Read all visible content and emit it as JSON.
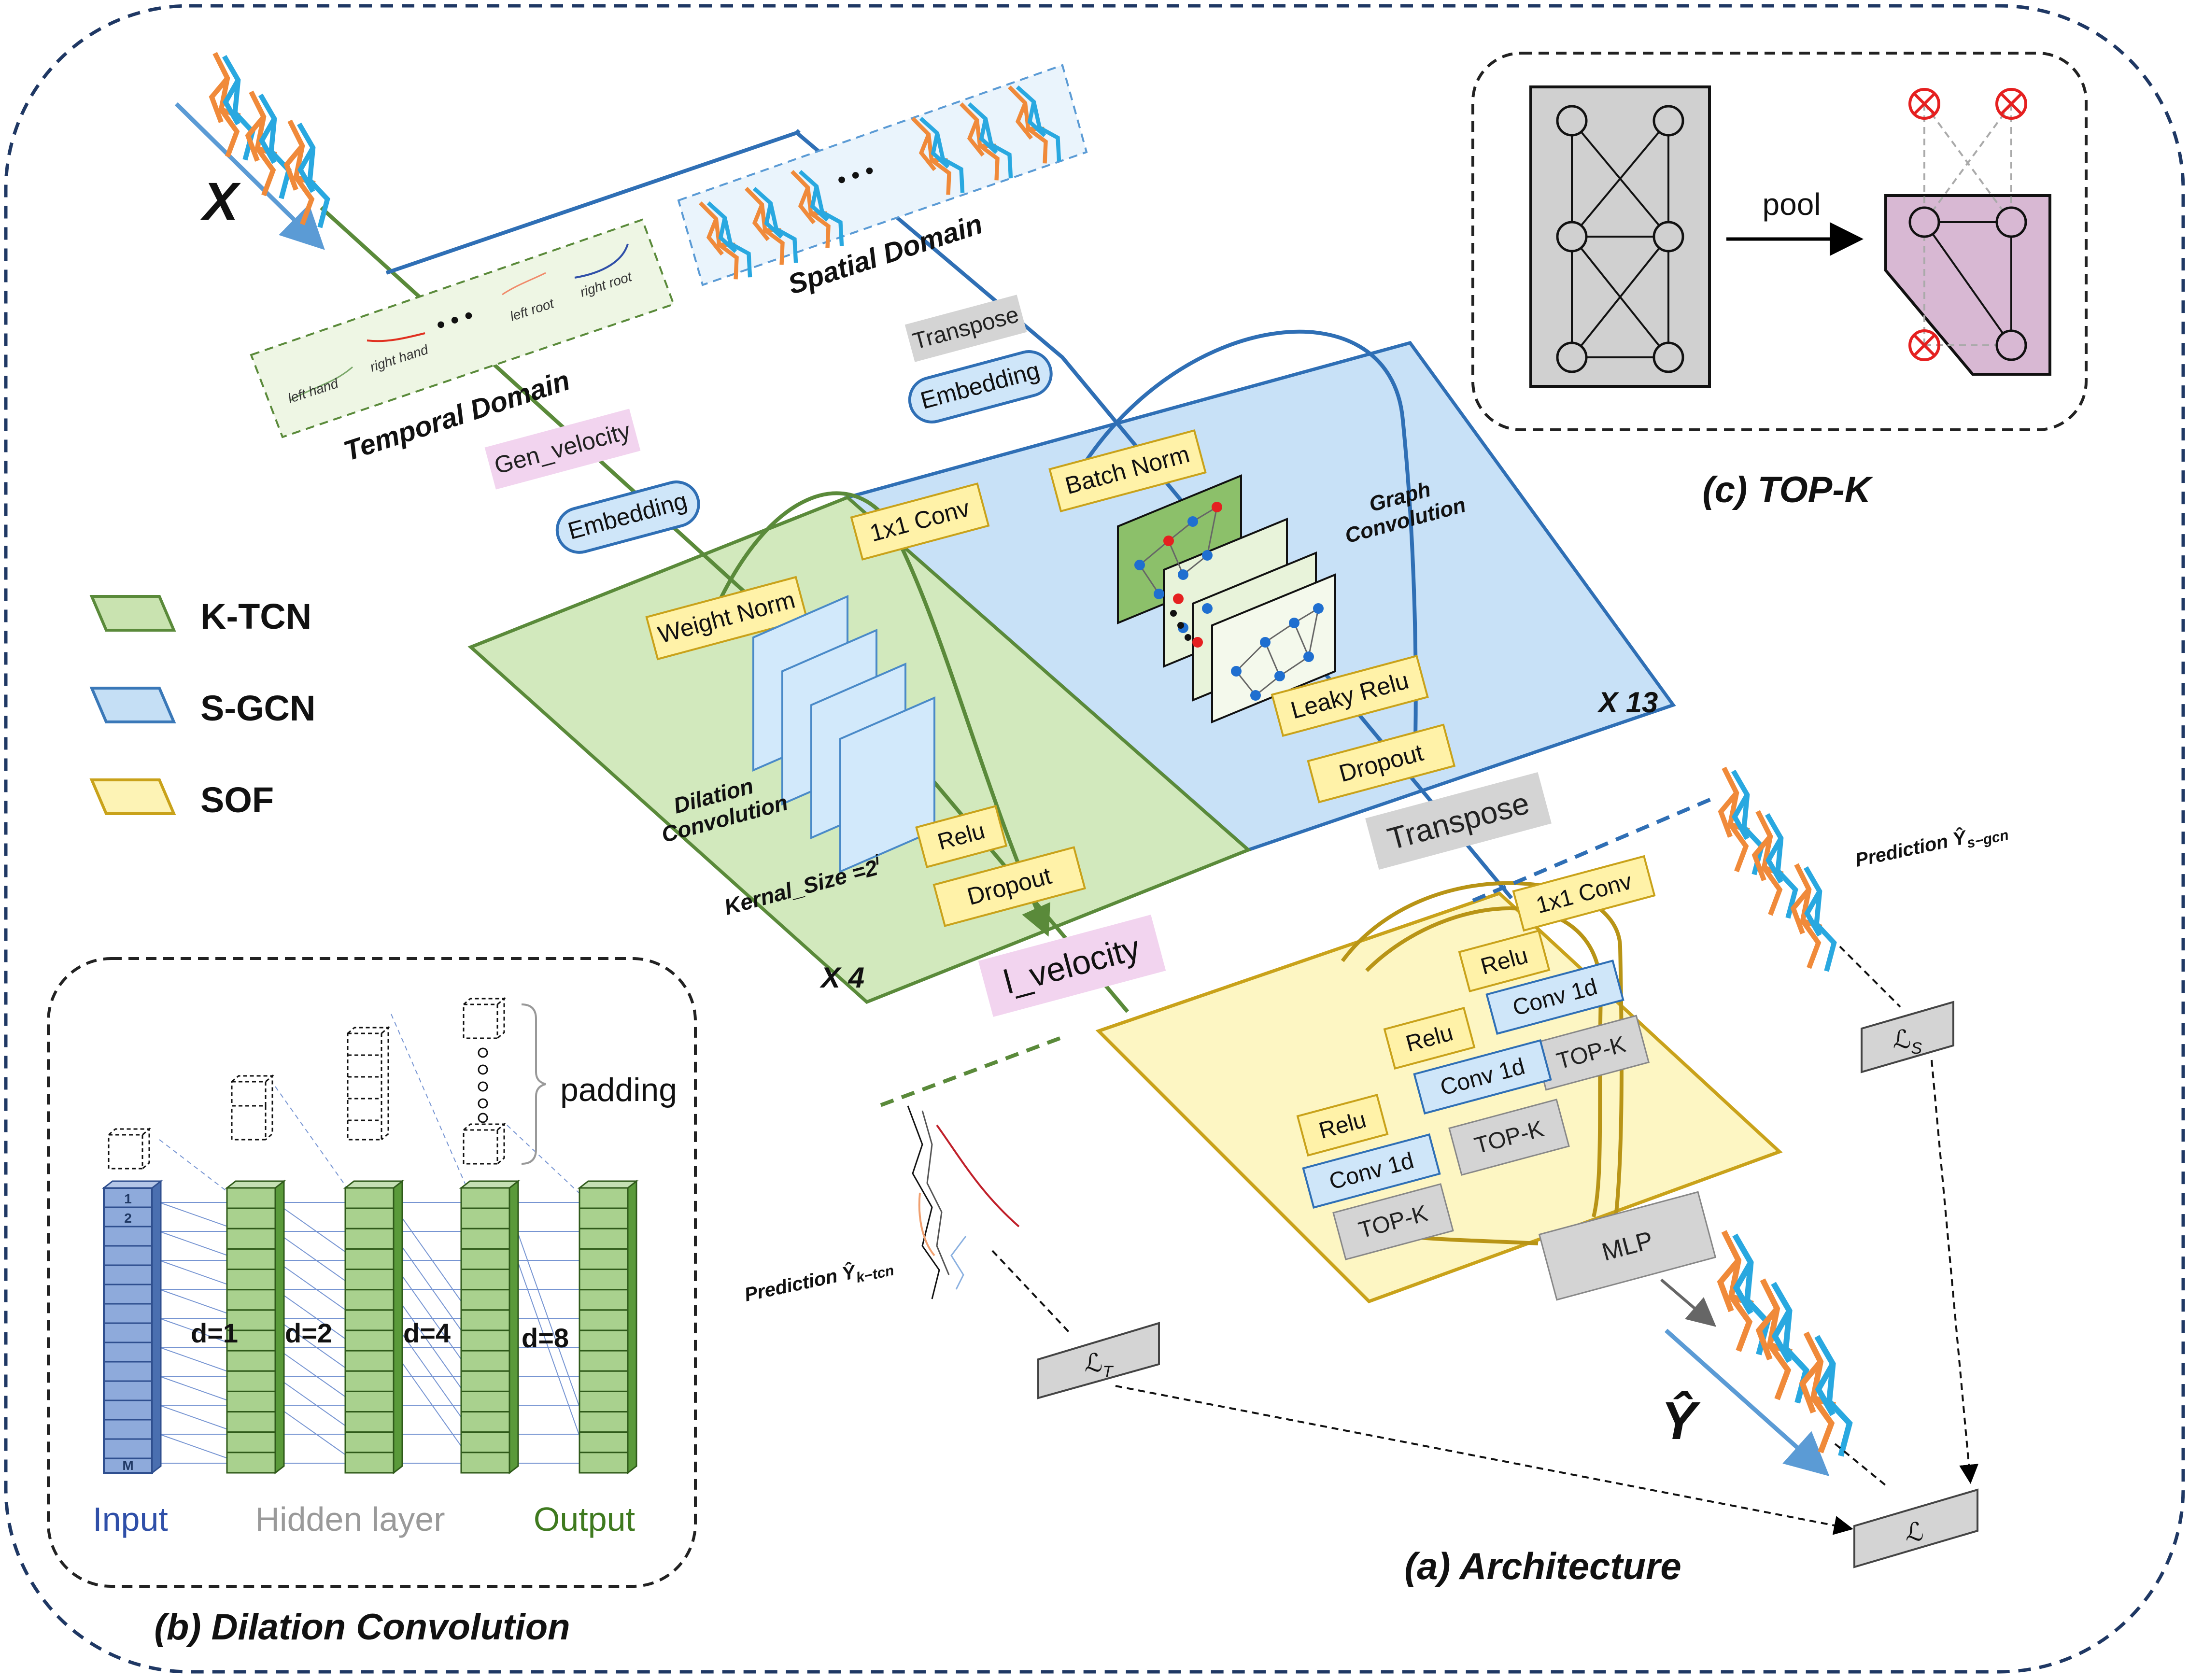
{
  "labels": {
    "input_x": "X",
    "output_y": "Ŷ",
    "temporal_domain": "Temporal Domain",
    "spatial_domain": "Spatial Domain",
    "left_hand": "left hand",
    "right_hand": "right hand",
    "left_root": "left root",
    "right_root": "right root",
    "ellipsis": "• • •",
    "transpose_top": "Transpose",
    "embedding_s": "Embedding",
    "embedding_t": "Embedding",
    "gen_velocity": "Gen_velocity",
    "batch_norm": "Batch Norm",
    "conv1x1_top": "1x1 Conv",
    "weight_norm": "Weight Norm",
    "graph_conv_1": "Graph",
    "graph_conv_2": "Convolution",
    "dilation_conv_1": "Dilation",
    "dilation_conv_2": "Convolution",
    "kernel_size": "Kernal_Size =2",
    "kernel_sup": "i",
    "relu_t": "Relu",
    "dropout_t": "Dropout",
    "leaky_relu": "Leaky Relu",
    "dropout_s": "Dropout",
    "x13": "X 13",
    "x4": "X 4",
    "transpose_mid": "Transpose",
    "l_velocity": "l_velocity",
    "conv1x1_sof": "1x1 Conv",
    "relu_1": "Relu",
    "conv1d_1": "Conv 1d",
    "relu_2": "Relu",
    "topk_1": "TOP-K",
    "conv1d_2": "Conv 1d",
    "relu_3": "Relu",
    "topk_2": "TOP-K",
    "conv1d_3": "Conv 1d",
    "topk_3": "TOP-K",
    "mlp": "MLP",
    "pred_sgcn": "Prediction Ŷ",
    "pred_sgcn_sub": "s−gcn",
    "pred_ktcn": "Prediction Ŷ",
    "pred_ktcn_sub": "k−tcn",
    "loss_s": "ℒ",
    "loss_s_sub": "S",
    "loss_t": "ℒ",
    "loss_t_sub": "T",
    "loss": "ℒ",
    "caption_a": "(a) Architecture",
    "caption_b": "(b) Dilation Convolution",
    "caption_c": "(c) TOP-K"
  },
  "legend": [
    {
      "label": "K-TCN",
      "fill": "#c9e3b0",
      "stroke": "#5a8a3a"
    },
    {
      "label": "S-GCN",
      "fill": "#c5dff5",
      "stroke": "#3a78b8"
    },
    {
      "label": "SOF",
      "fill": "#fdf3b5",
      "stroke": "#c9a21a"
    }
  ],
  "topk_panel": {
    "pool_label": "pool"
  },
  "dilation_panel": {
    "padding_label": "padding",
    "input_label": "Input",
    "hidden_label": "Hidden layer",
    "output_label": "Output",
    "cell_1": "1",
    "cell_2": "2",
    "cell_m": "M",
    "dilations": [
      "d=1",
      "d=2",
      "d=4",
      "d=8"
    ]
  },
  "colors": {
    "ktcn_fill": "#d2e9bd",
    "sgcn_fill": "#c8e1f7",
    "sof_fill": "#fdf6c3",
    "yellow_box": "#fff2a8",
    "gray_box": "#d4d4d4",
    "pink_box": "#f2d4ef",
    "blue_box": "#cfe6f9",
    "skeleton_orange": "#f08a3a",
    "skeleton_blue": "#29a8e0",
    "dark_blue": "#1f3864"
  }
}
